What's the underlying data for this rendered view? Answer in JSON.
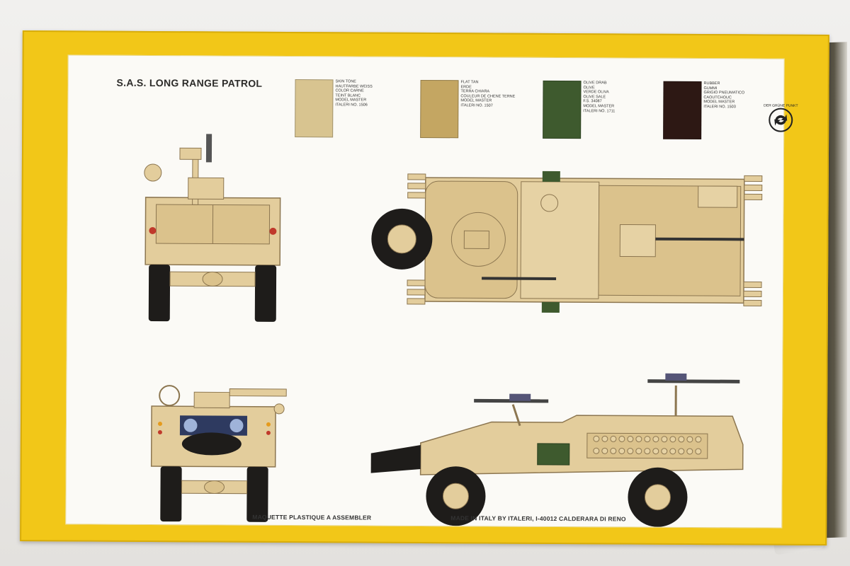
{
  "header": {
    "title": "S.A.S. LONG RANGE PATROL"
  },
  "paints": [
    {
      "color": "#d8c490",
      "lines": [
        "SKIN TONE",
        "HAUTFARBE WEISS",
        "COLOR CARNE",
        "TEINT BLANC",
        "MODEL MASTER",
        "ITALERI NO. 1506"
      ]
    },
    {
      "color": "#c4a662",
      "lines": [
        "FLAT TAN",
        "ERDE",
        "TERRA CHIARA",
        "COULEUR DE CHENE TERNE",
        "MODEL MASTER",
        "ITALERI NO. 1507"
      ]
    },
    {
      "color": "#3e5a2e",
      "lines": [
        "OLIVE DRAB",
        "OLIVE",
        "VERDE OLIVA",
        "OLIVE SALE",
        "F.S. 34087",
        "MODEL MASTER",
        "ITALERI NO. 1711"
      ]
    },
    {
      "color": "#2d1814",
      "lines": [
        "RUBBER",
        "GUMMI",
        "GRIGIO PNEUMATICO",
        "CAOUTCHOUC",
        "MODEL MASTER",
        "ITALERI NO. 1503"
      ]
    }
  ],
  "recycle": {
    "text": "DER GRÜNE PUNKT"
  },
  "footer": {
    "left": "MAQUETTE PLASTIQUE A ASSEMBLER",
    "right": "MADE IN ITALY BY ITALERI, I-40012 CALDERARA DI RENO"
  },
  "colors": {
    "box_yellow": "#f2c718",
    "vehicle_tan": "#e3cd9c",
    "vehicle_line": "#8c7650",
    "tire": "#1e1c1a"
  }
}
